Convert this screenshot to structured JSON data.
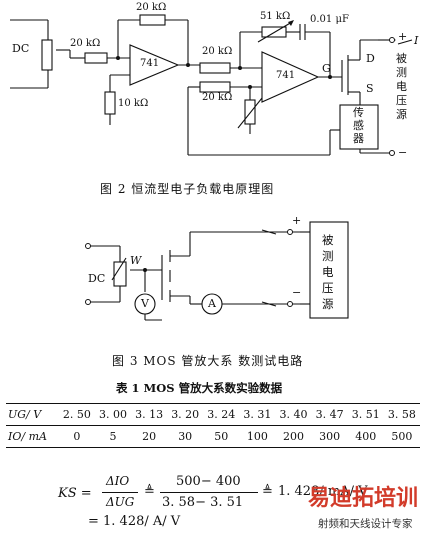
{
  "fig2": {
    "caption": "图 2   恒流型电子负载电原理图",
    "labels": {
      "dc": "DC",
      "r_feedback_top": "20 kΩ",
      "r_input": "20 kΩ",
      "r_ground": "10 kΩ",
      "opamp1": "741",
      "r_in2a": "20 kΩ",
      "r_in2b": "20 kΩ",
      "r_pot": "51 kΩ",
      "cap": "0.01 μF",
      "opamp2": "741",
      "gate": "G",
      "drain": "D",
      "source": "S",
      "sensor": "传感器",
      "source_under_test": "被测电压源",
      "current": "I",
      "plus": "+",
      "minus": "−"
    }
  },
  "fig3": {
    "caption": "图 3   MOS 管放大系 数测试电路",
    "labels": {
      "dc": "DC",
      "w": "W",
      "voltmeter": "V",
      "ammeter": "A",
      "plus": "+",
      "minus": "−",
      "source_under_test": "被测电压源"
    }
  },
  "table1": {
    "title": "表 1   MOS 管放大系数实验数据",
    "row_ug_header": "UG/ V",
    "row_io_header": "IO/ mA",
    "ug": [
      "2. 50",
      "3. 00",
      "3. 13",
      "3. 20",
      "3. 24",
      "3. 31",
      "3. 40",
      "3. 47",
      "3. 51",
      "3. 58"
    ],
    "io": [
      "0",
      "5",
      "20",
      "30",
      "50",
      "100",
      "200",
      "300",
      "400",
      "500"
    ]
  },
  "formula": {
    "lhs": "KS =",
    "frac1_num": "ΔIO",
    "frac1_den": "ΔUG",
    "approx": "≜",
    "frac2_num": "500− 400",
    "frac2_den": "3. 58− 3. 51",
    "approx2": "≜",
    "result1": "1. 428/ mA/ V",
    "line2": "= 1. 428/ A/ V"
  },
  "watermark": {
    "brand": "易迪拓培训",
    "tagline": "射频和天线设计专家"
  }
}
